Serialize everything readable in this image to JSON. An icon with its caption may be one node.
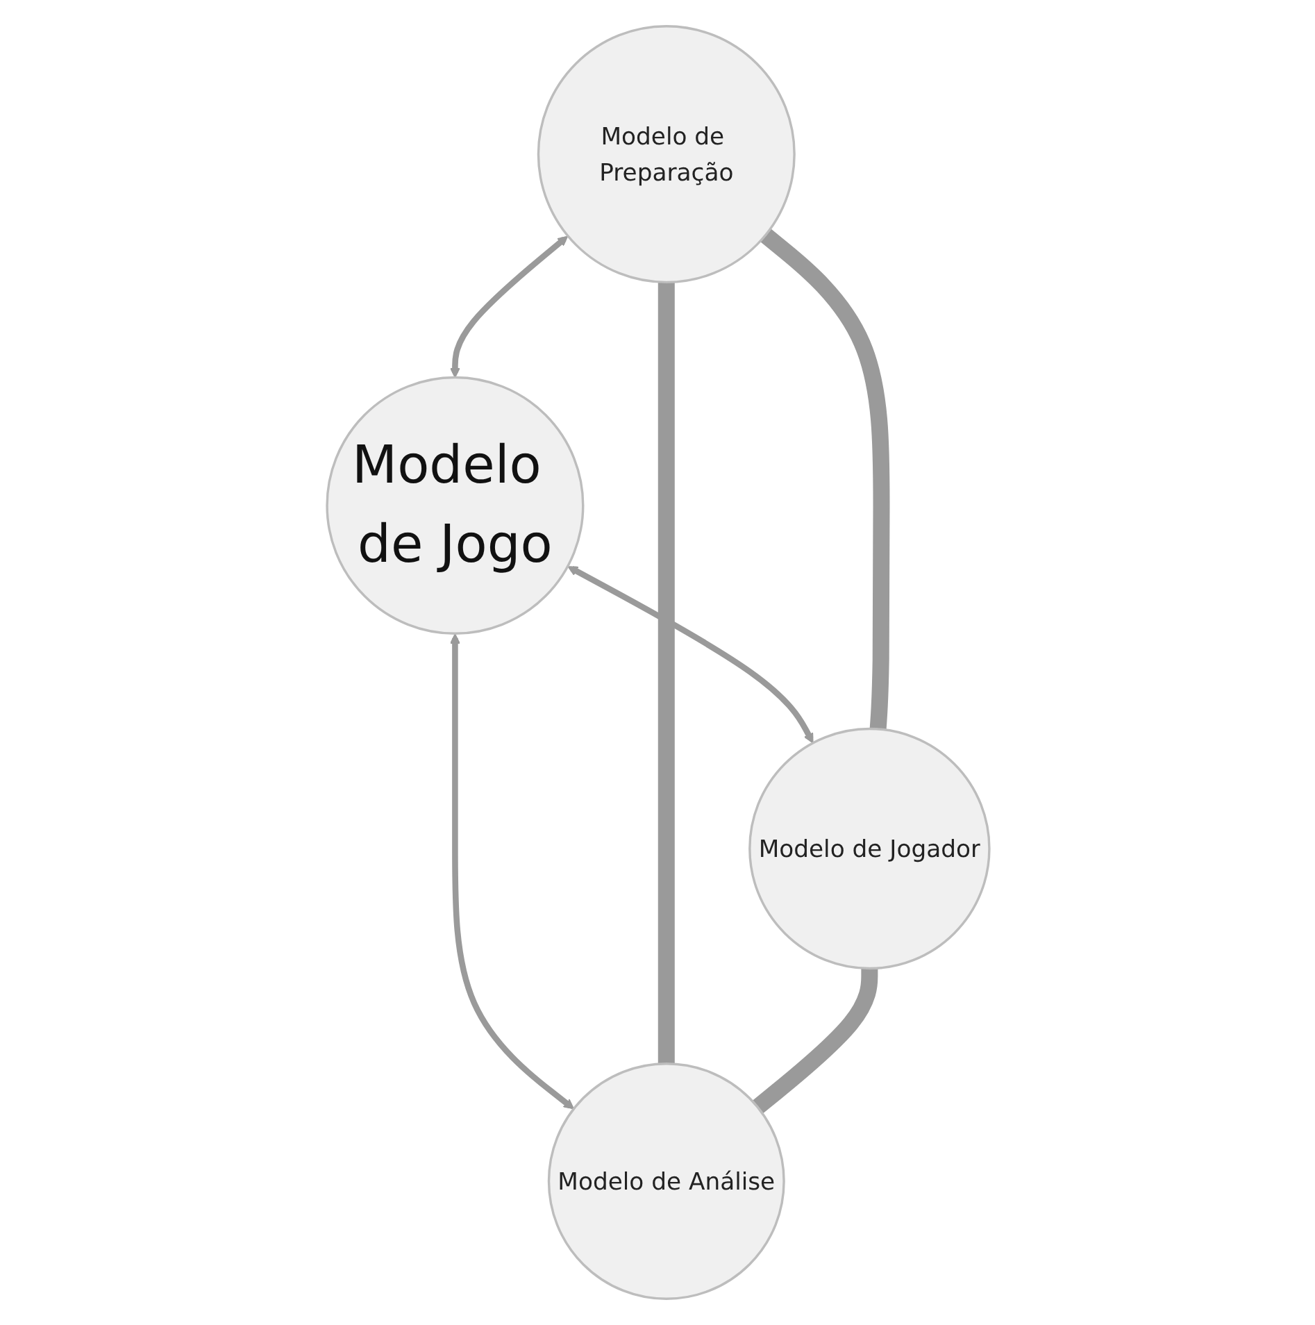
{
  "diagram": {
    "nodes": [
      {
        "text": [
          "Modelo de Preparação"
        ]
      },
      {
        "text": [
          "Modelo de Jogo"
        ]
      },
      {
        "text": [
          "Modelo de Jogador"
        ]
      },
      {
        "text": [
          "Modelo de Análise"
        ]
      }
    ],
    "edges": [
      {
        "from": 0,
        "to": 1,
        "arrow": "both"
      },
      {
        "from": 1,
        "to": 2,
        "arrow": "both"
      },
      {
        "from": 1,
        "to": 3,
        "arrow": "both"
      },
      {
        "from": 0,
        "to": 2,
        "arrow": "none",
        "style": "thick"
      },
      {
        "from": 0,
        "to": 3,
        "arrow": "none",
        "style": "thick"
      },
      {
        "from": 2,
        "to": 3,
        "arrow": "none",
        "style": "thick"
      }
    ]
  }
}
